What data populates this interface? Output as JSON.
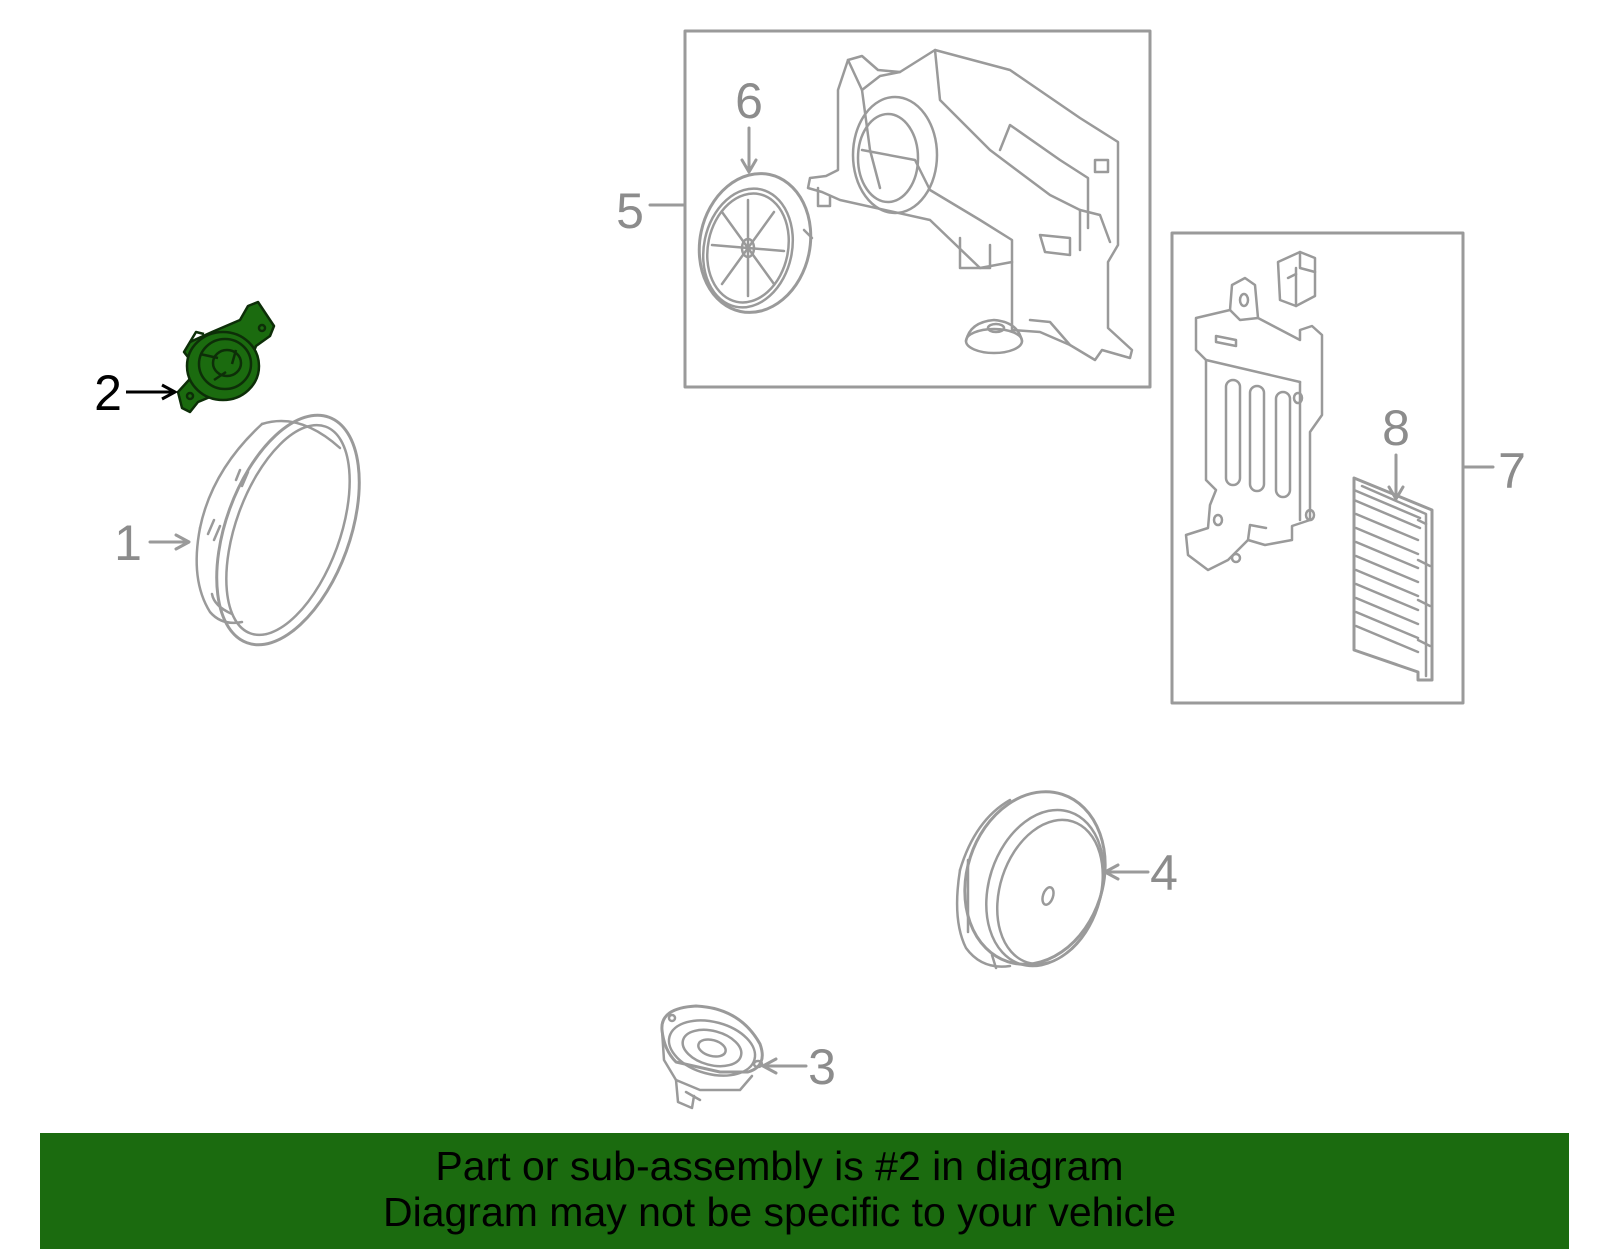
{
  "callouts": {
    "c1": "1",
    "c2": "2",
    "c3": "3",
    "c4": "4",
    "c5": "5",
    "c6": "6",
    "c7": "7",
    "c8": "8"
  },
  "colors": {
    "part_line": "#9a9a9a",
    "highlight_fill": "#1b6b0f",
    "highlight_stroke": "#0d2e08",
    "banner_bg": "#1b6b0f"
  },
  "highlighted_part": "2",
  "banner": {
    "line1": "Part or sub-assembly is #2 in diagram",
    "line2": "Diagram may not be specific to your vehicle"
  }
}
